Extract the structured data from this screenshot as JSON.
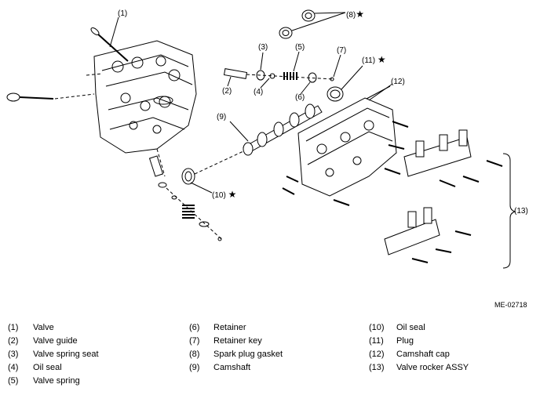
{
  "figure_code": "ME-02718",
  "star_symbol": "★",
  "callouts": {
    "c1": "(1)",
    "c2": "(2)",
    "c3": "(3)",
    "c4": "(4)",
    "c5": "(5)",
    "c6": "(6)",
    "c7": "(7)",
    "c8": "(8)",
    "c9": "(9)",
    "c10": "(10)",
    "c11": "(11)",
    "c12": "(12)",
    "c13": "(13)"
  },
  "legend": [
    {
      "num": "(1)",
      "label": "Valve"
    },
    {
      "num": "(2)",
      "label": "Valve guide"
    },
    {
      "num": "(3)",
      "label": "Valve spring seat"
    },
    {
      "num": "(4)",
      "label": "Oil seal"
    },
    {
      "num": "(5)",
      "label": "Valve spring"
    },
    {
      "num": "(6)",
      "label": "Retainer"
    },
    {
      "num": "(7)",
      "label": "Retainer key"
    },
    {
      "num": "(8)",
      "label": "Spark plug gasket"
    },
    {
      "num": "(9)",
      "label": "Camshaft"
    },
    {
      "num": "(10)",
      "label": "Oil seal"
    },
    {
      "num": "(11)",
      "label": "Plug"
    },
    {
      "num": "(12)",
      "label": "Camshaft cap"
    },
    {
      "num": "(13)",
      "label": "Valve rocker ASSY"
    }
  ]
}
